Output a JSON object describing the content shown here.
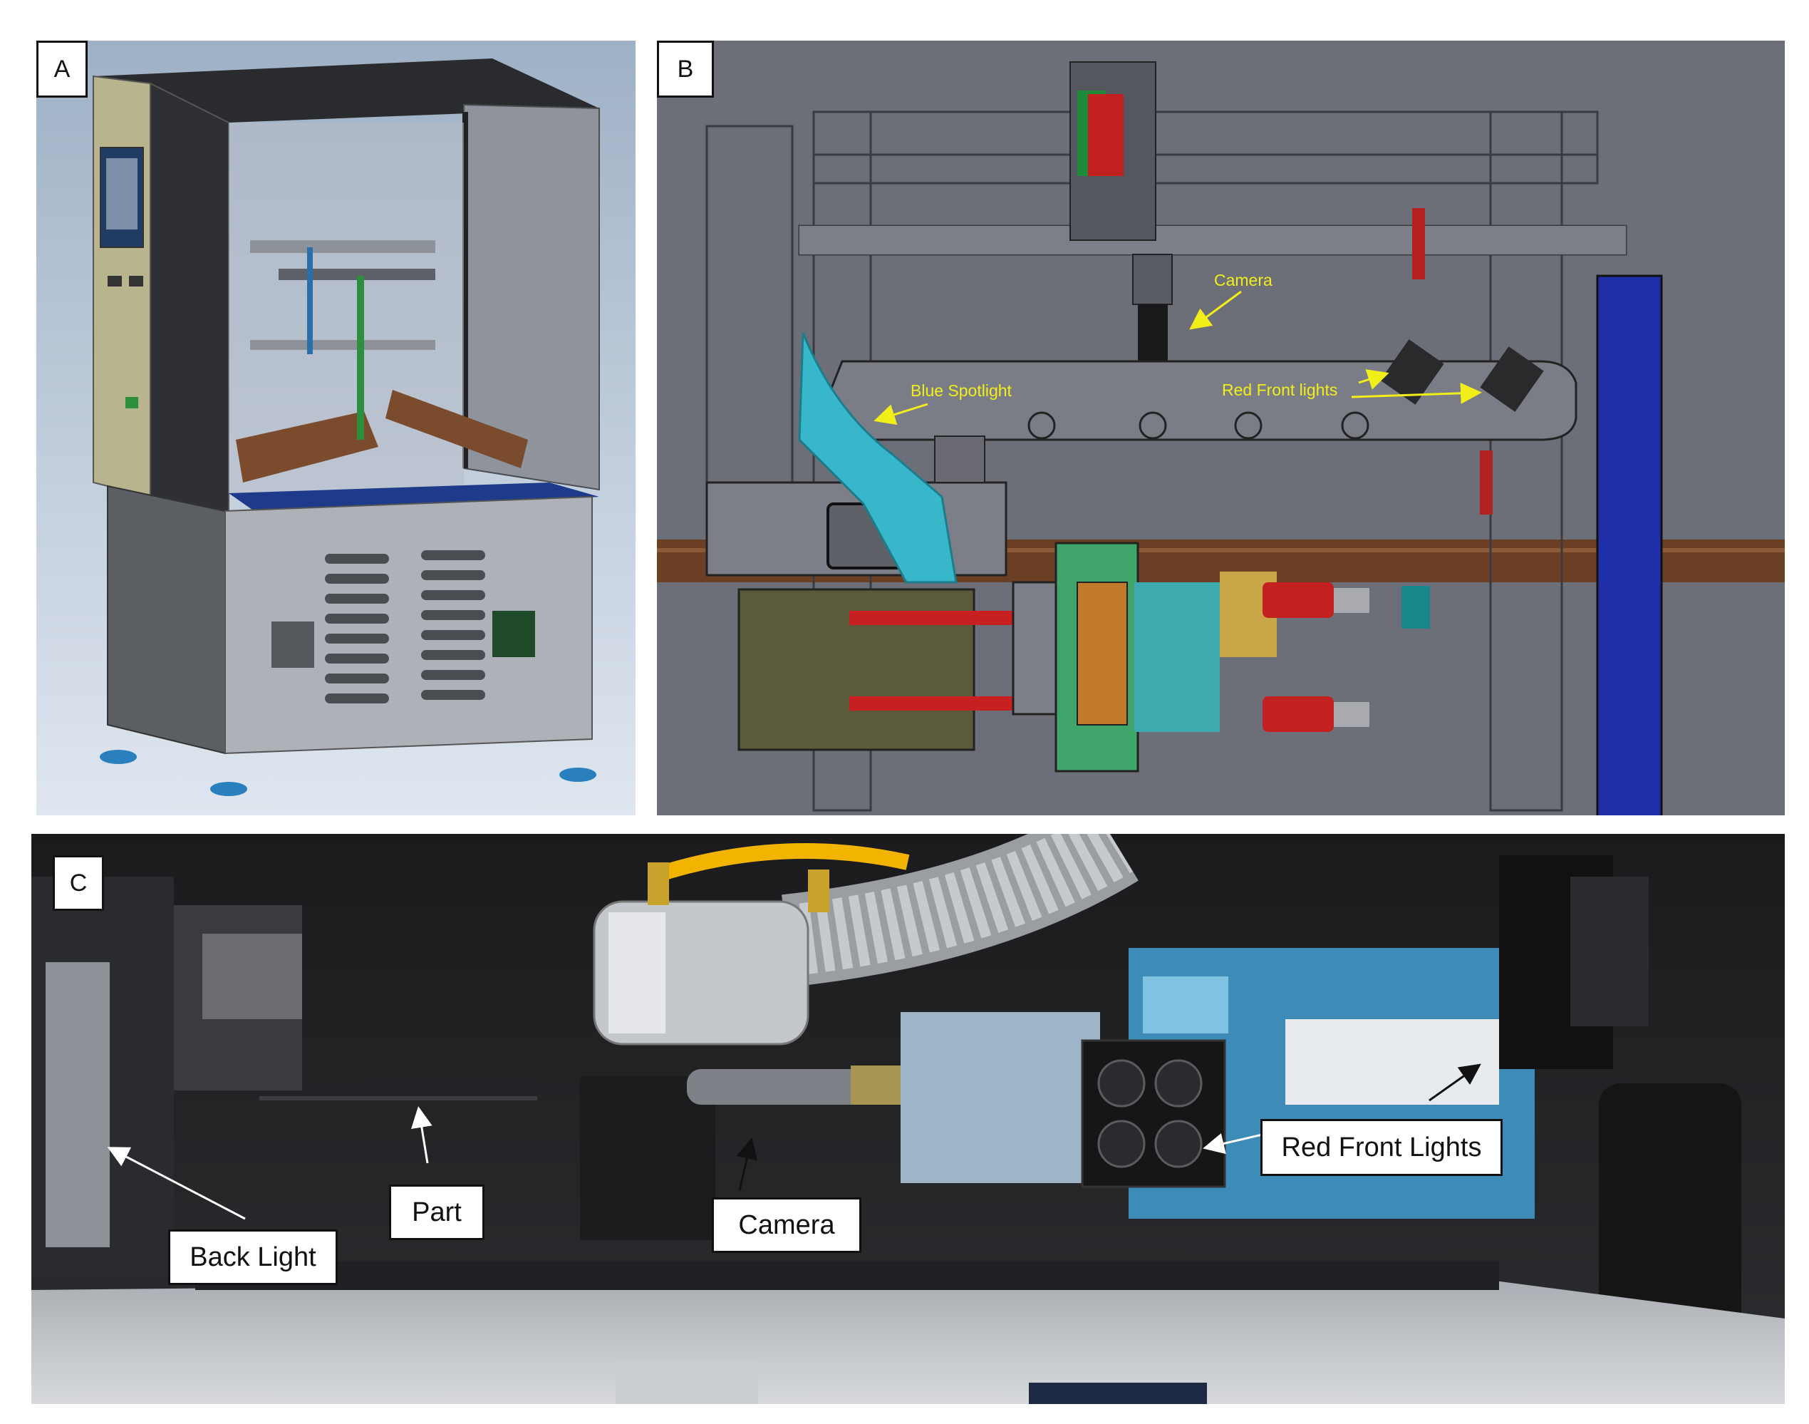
{
  "panels": {
    "a": {
      "letter": "A"
    },
    "b": {
      "letter": "B",
      "labels": {
        "camera": "Camera",
        "blue_spotlight": "Blue Spotlight",
        "red_front_lights": "Red Front lights"
      },
      "annotation_color": "#f2ee1a"
    },
    "c": {
      "letter": "C",
      "callouts": {
        "back_light": "Back Light",
        "part": "Part",
        "camera": "Camera",
        "red_front_lights": "Red Front Lights"
      }
    }
  }
}
